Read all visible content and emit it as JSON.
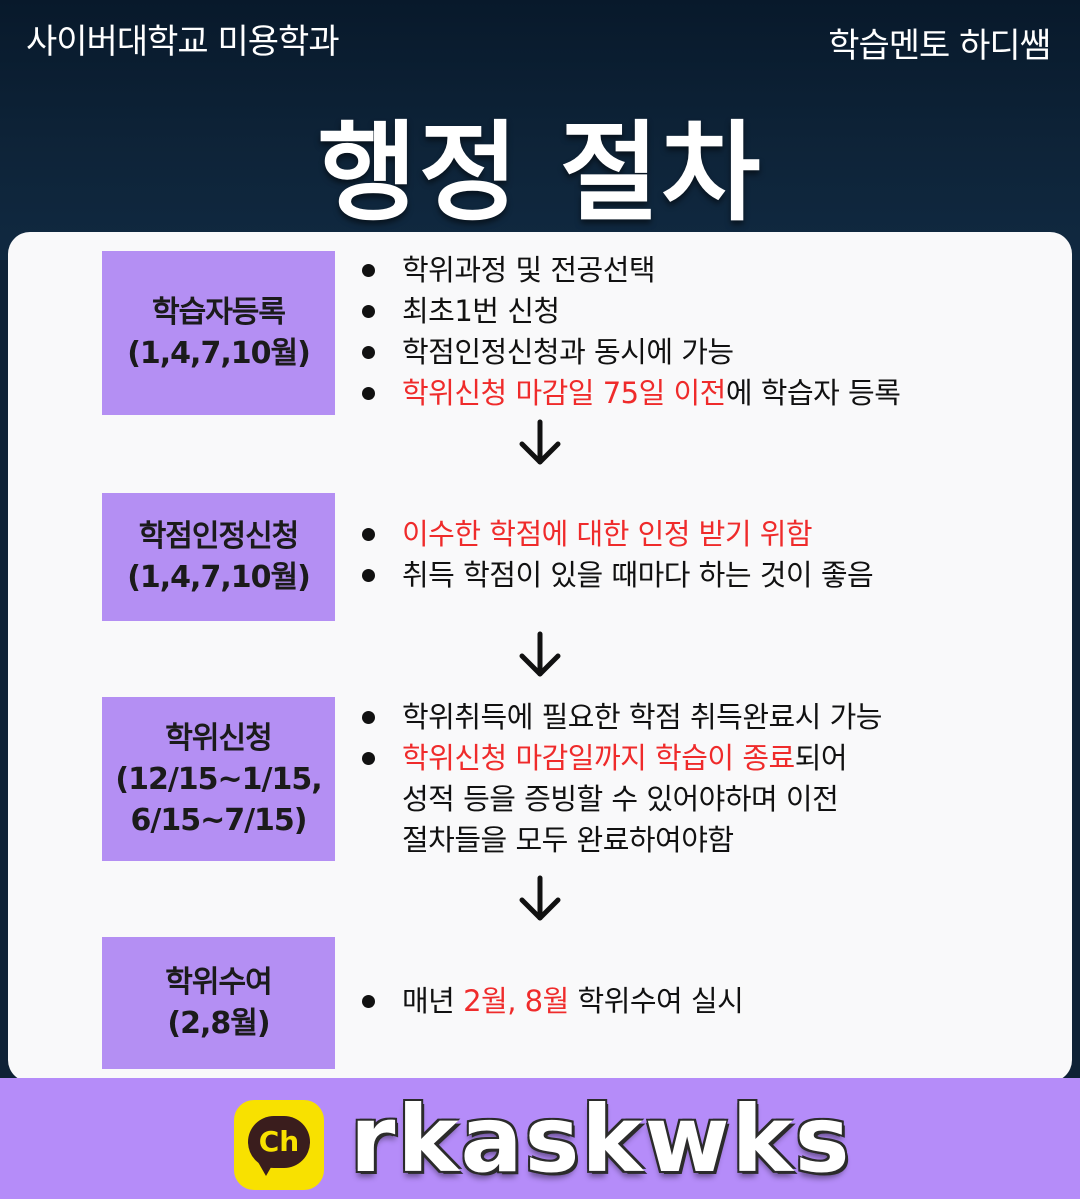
{
  "header": {
    "left_text": "사이버대학교 미용학과",
    "right_text": "학습멘토 하디쌤",
    "title": "행정 절차"
  },
  "steps": [
    {
      "box_lines": [
        "학습자등록",
        "(1,4,7,10월)"
      ],
      "bullets": [
        {
          "parts": [
            {
              "text": "학위과정 및 전공선택",
              "red": false
            }
          ]
        },
        {
          "parts": [
            {
              "text": "최초1번 신청",
              "red": false
            }
          ]
        },
        {
          "parts": [
            {
              "text": "학점인정신청과 동시에 가능",
              "red": false
            }
          ]
        },
        {
          "parts": [
            {
              "text": "학위신청 마감일 75일 이전",
              "red": true
            },
            {
              "text": "에 학습자 등록",
              "red": false
            }
          ]
        }
      ]
    },
    {
      "box_lines": [
        "학점인정신청",
        "(1,4,7,10월)"
      ],
      "bullets": [
        {
          "parts": [
            {
              "text": "이수한 학점에 대한 인정 받기 위함",
              "red": true
            }
          ]
        },
        {
          "parts": [
            {
              "text": "취득 학점이 있을 때마다 하는 것이 좋음",
              "red": false
            }
          ]
        }
      ]
    },
    {
      "box_lines": [
        "학위신청",
        "(12/15~1/15,",
        "6/15~7/15)"
      ],
      "bullets": [
        {
          "parts": [
            {
              "text": "학위취득에 필요한 학점 취득완료시 가능",
              "red": false
            }
          ]
        },
        {
          "parts": [
            {
              "text": "학위신청 마감일까지 학습이 종료",
              "red": true
            },
            {
              "text": "되어",
              "red": false
            }
          ]
        }
      ],
      "continuation": [
        "성적 등을 증빙할 수 있어야하며 이전",
        "절차들을 모두 완료하여야함"
      ]
    },
    {
      "box_lines": [
        "학위수여",
        "(2,8월)"
      ],
      "bullets": [
        {
          "parts": [
            {
              "text": "매년 ",
              "red": false
            },
            {
              "text": "2월, 8월",
              "red": true
            },
            {
              "text": " 학위수여 실시",
              "red": false
            }
          ]
        }
      ]
    }
  ],
  "footer": {
    "logo_text": "Ch",
    "channel_id": "rkaskwks"
  },
  "colors": {
    "header_bg": "#0e2439",
    "box_bg": "#b48ff3",
    "highlight_red": "#ef2b2b",
    "footer_bg": "#b58cf9",
    "logo_yellow": "#f8e100"
  },
  "icons": [
    "down-arrow-icon",
    "kakao-channel-icon"
  ]
}
